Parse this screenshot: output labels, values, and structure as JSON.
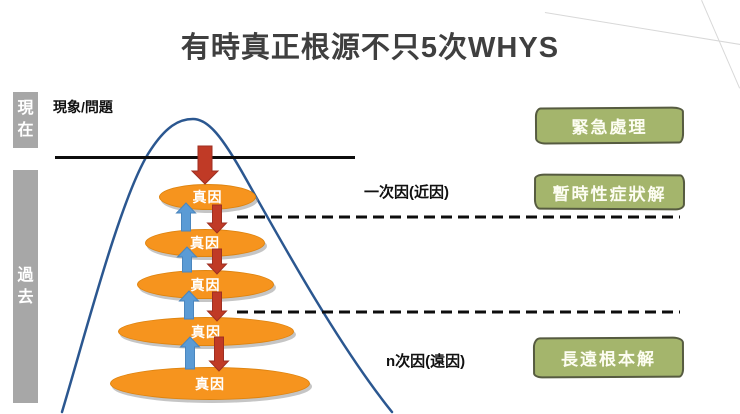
{
  "title": "有時真正根源不只5次WHYS",
  "timeline": {
    "now_label": "現在",
    "past_label": "過去"
  },
  "problem_label": "現象/問題",
  "causes": [
    {
      "label": "真因"
    },
    {
      "label": "真因"
    },
    {
      "label": "真因"
    },
    {
      "label": "真因"
    },
    {
      "label": "真因"
    }
  ],
  "cause_levels": {
    "first": "一次因(近因)",
    "nth": "n次因(遠因)"
  },
  "solutions": [
    {
      "label": "緊急處理"
    },
    {
      "label": "暫時性症狀解"
    },
    {
      "label": "長遠根本解"
    }
  ],
  "colors": {
    "ellipse_orange": "#F6941E",
    "red_arrow": "#C03A26",
    "blue_arrow": "#5B9BD5",
    "bell_curve_blue": "#2B5790",
    "solution_green": "#A4B56C",
    "solution_border": "#565B40",
    "timeline_gray": "#A7A7A7",
    "title_gray": "#3F3F3F"
  }
}
